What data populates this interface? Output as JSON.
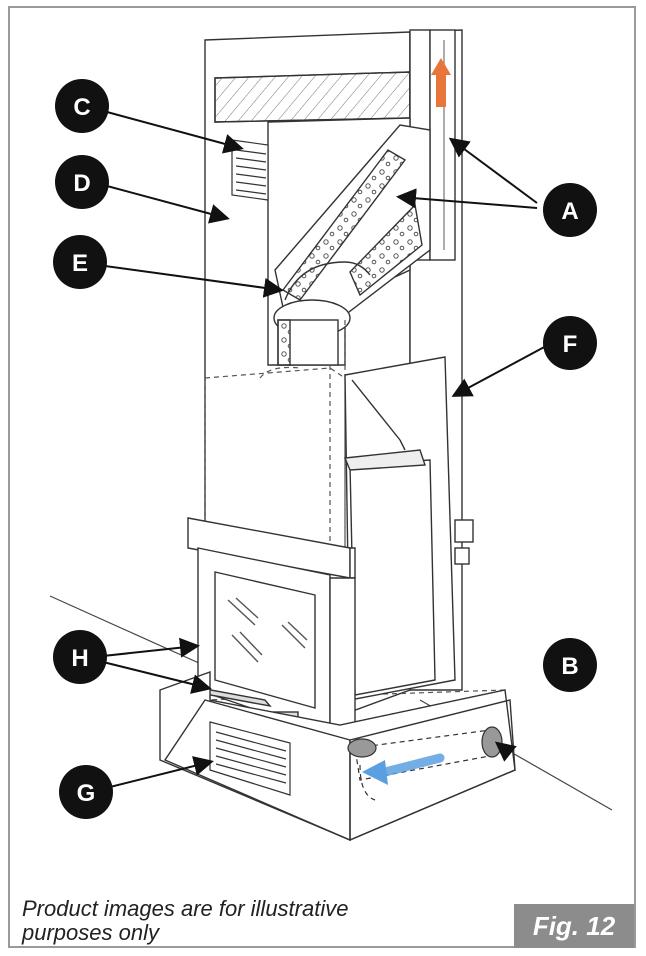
{
  "callouts": [
    {
      "id": "A",
      "label": "A"
    },
    {
      "id": "B",
      "label": "B"
    },
    {
      "id": "C",
      "label": "C"
    },
    {
      "id": "D",
      "label": "D"
    },
    {
      "id": "E",
      "label": "E"
    },
    {
      "id": "F",
      "label": "F"
    },
    {
      "id": "G",
      "label": "G"
    },
    {
      "id": "H",
      "label": "H"
    }
  ],
  "disclaimer_lines": [
    "Product images are for illustrative",
    "purposes only"
  ],
  "figure_label": "Fig. 12",
  "colors": {
    "callout_fill": "#111111",
    "hot_air_arrow": "#e8763a",
    "cold_air_arrow": "#5aa0e0",
    "fig_box": "#8c8c8c",
    "frame": "#9a9a9a"
  }
}
